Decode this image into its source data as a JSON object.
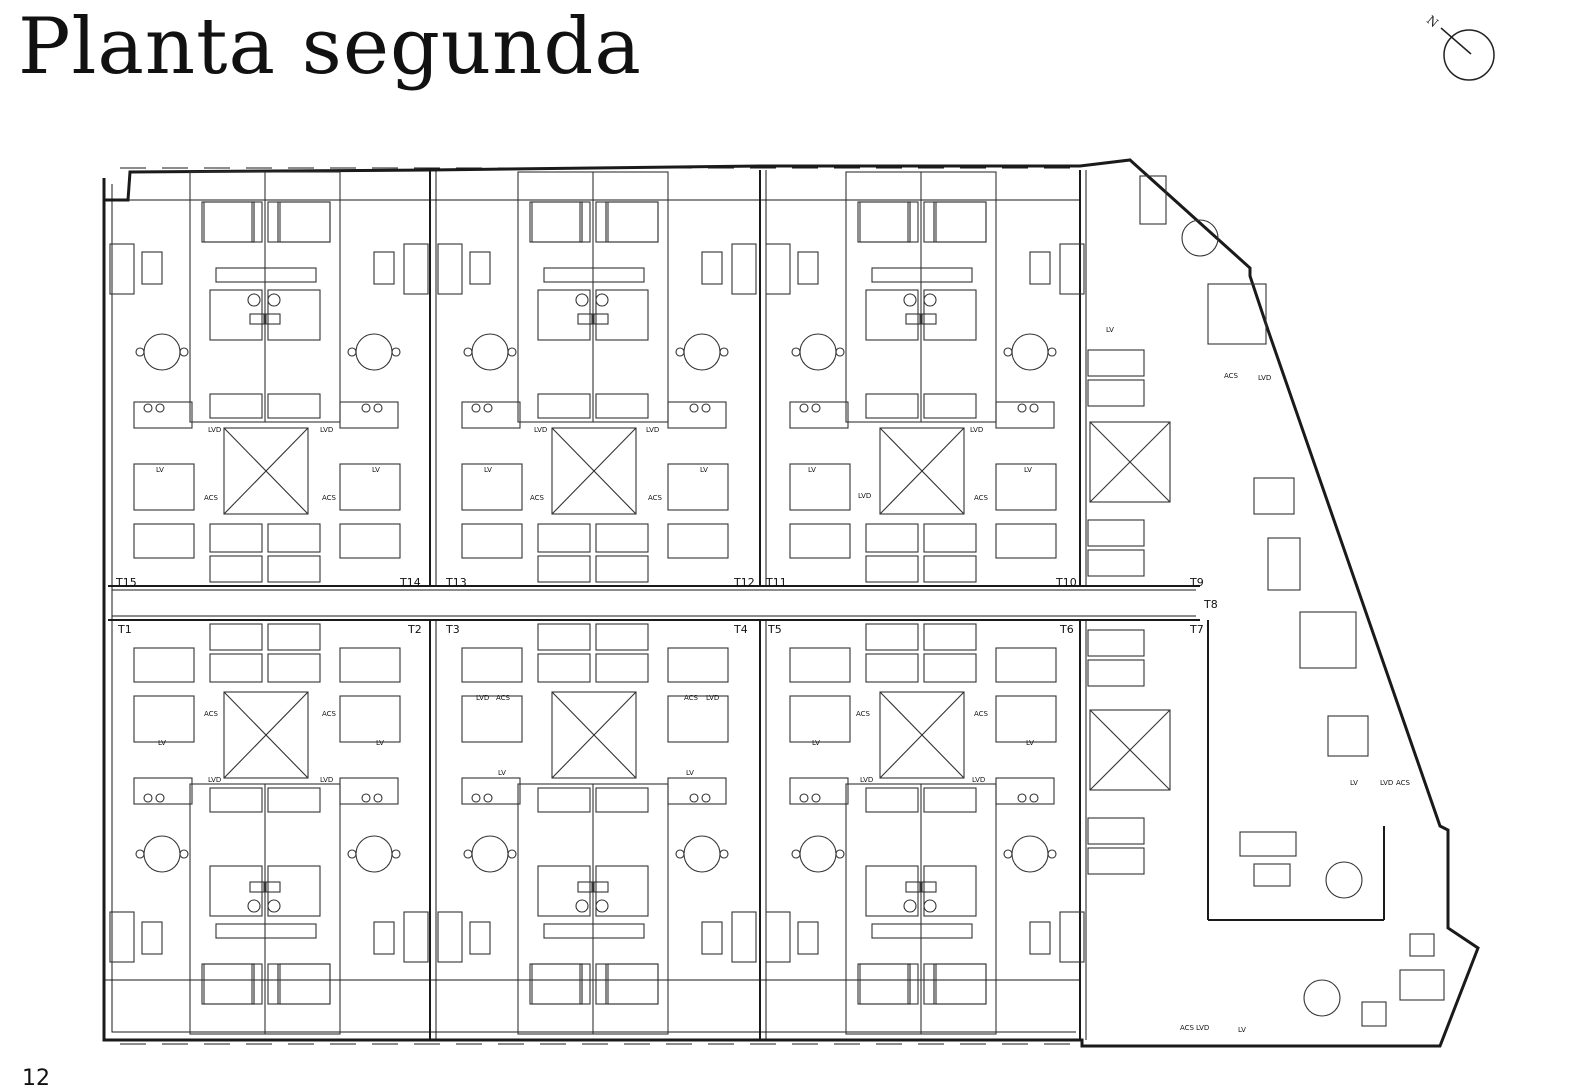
{
  "page": {
    "title": "Planta segunda",
    "page_number": "12"
  },
  "compass": {
    "label": "N",
    "icon": "north-arrow-icon"
  },
  "room_labels": {
    "laundry": "LV",
    "dishwasher": "LVD",
    "water_heater": "ACS"
  },
  "units": {
    "top_row": [
      "T15",
      "T14",
      "T13",
      "T12",
      "T11",
      "T10",
      "T9"
    ],
    "bottom_row": [
      "T1",
      "T2",
      "T3",
      "T4",
      "T5",
      "T6",
      "T7"
    ],
    "corner": "T8"
  }
}
